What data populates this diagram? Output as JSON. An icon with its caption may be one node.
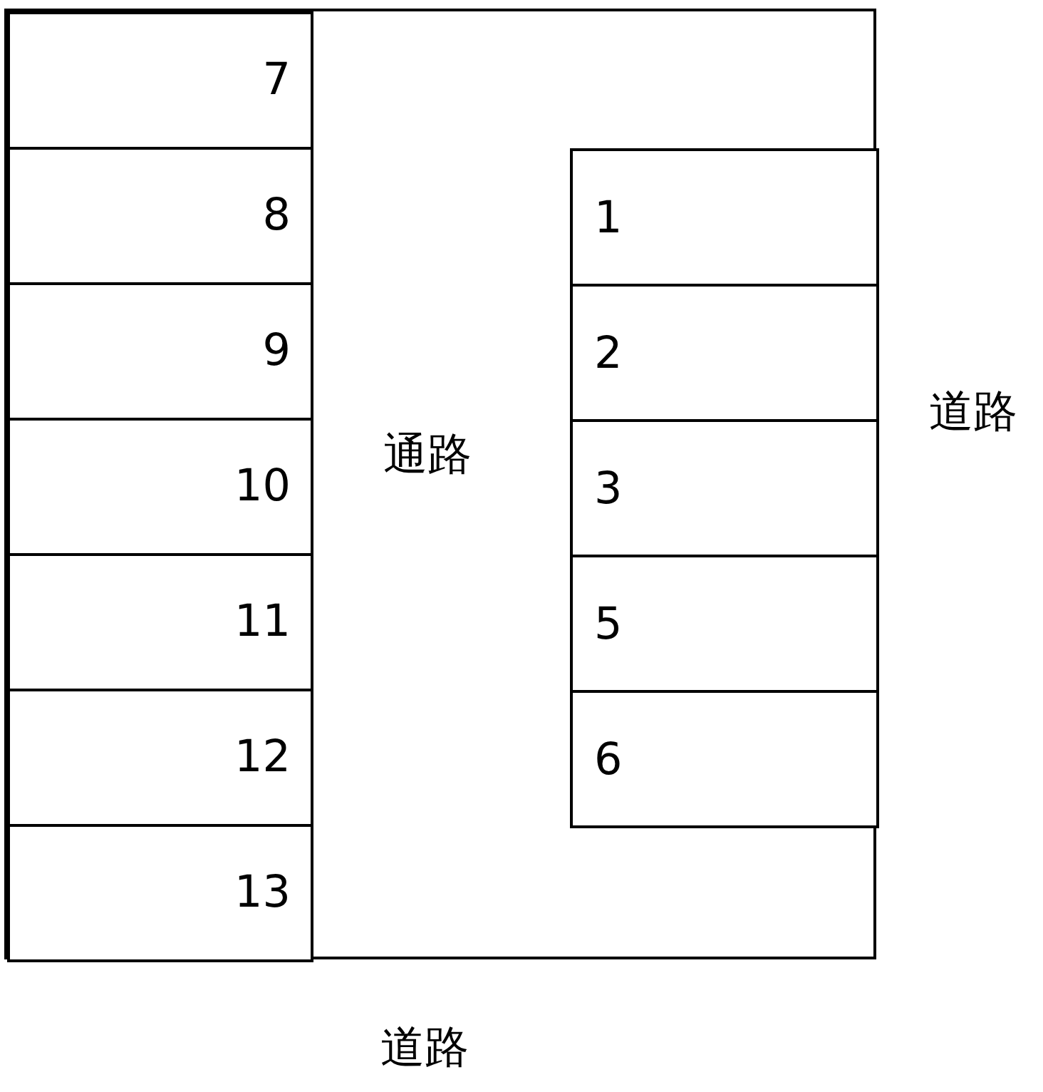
{
  "diagram": {
    "nodes": [
      {
        "text": [
          "通路"
        ]
      },
      {
        "text": [
          "7"
        ],
        "in": 0
      },
      {
        "text": [
          "8"
        ],
        "in": 0
      },
      {
        "text": [
          "9"
        ],
        "in": 0
      },
      {
        "text": [
          "10"
        ],
        "in": 0
      },
      {
        "text": [
          "11"
        ],
        "in": 0
      },
      {
        "text": [
          "12"
        ],
        "in": 0
      },
      {
        "text": [
          "13"
        ],
        "in": 0
      },
      {
        "text": [
          "1"
        ],
        "in": 0
      },
      {
        "text": [
          "2"
        ],
        "in": 0
      },
      {
        "text": [
          "3"
        ],
        "in": 0
      },
      {
        "text": [
          "5"
        ],
        "in": 0
      },
      {
        "text": [
          "6"
        ],
        "in": 0
      }
    ],
    "labels": [
      "道路",
      "道路"
    ]
  }
}
